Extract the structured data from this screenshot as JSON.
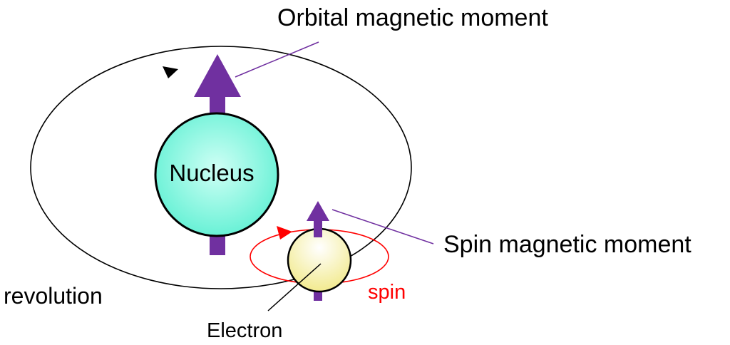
{
  "labels": {
    "orbital_moment": "Orbital magnetic moment",
    "spin_moment": "Spin magnetic moment",
    "nucleus": "Nucleus",
    "revolution": "revolution",
    "spin": "spin",
    "electron": "Electron"
  },
  "colors": {
    "arrow": "#7030a0",
    "spin": "#ff0000",
    "orbit": "#000000",
    "nucleus_fill": "#7ff5df",
    "electron_fill": "#f7f2a8",
    "leader_line": "#7030a0"
  }
}
